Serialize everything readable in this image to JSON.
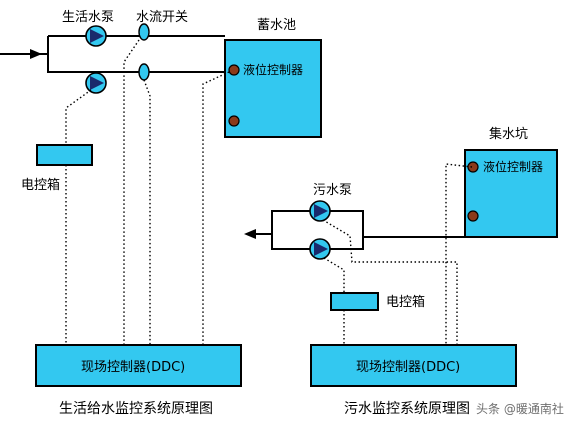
{
  "colors": {
    "equipment": "#33c8f0",
    "sensor": "#8b3a1a",
    "line": "#000000",
    "pump_mark": "#1a2a6c"
  },
  "left_system": {
    "pump_label": "生活水泵",
    "flow_switch_label": "水流开关",
    "tank_label": "蓄水池",
    "level_controller_label": "液位控制器",
    "control_box_label": "电控箱",
    "ddc_label": "现场控制器(DDC)",
    "caption": "生活给水监控系统原理图"
  },
  "right_system": {
    "pump_label": "污水泵",
    "pit_label": "集水坑",
    "level_controller_label": "液位控制器",
    "control_box_label": "电控箱",
    "ddc_label": "现场控制器(DDC)",
    "caption": "污水监控系统原理图"
  },
  "watermark": "头条 @暖通南社",
  "icons": [
    "pump-icon",
    "flow-switch-icon",
    "level-sensor-icon",
    "flow-arrow-icon"
  ]
}
